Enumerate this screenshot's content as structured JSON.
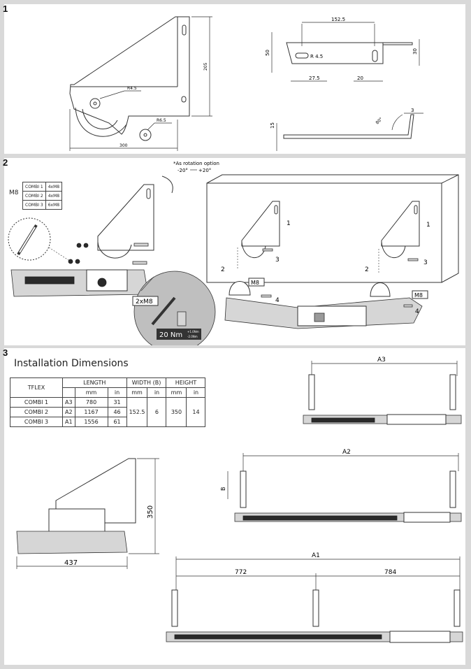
{
  "panel1": {
    "number": "1",
    "side_view": {
      "height": "205",
      "width": "300",
      "radius_hole": "R4.5",
      "radius_slot": "R6.5"
    },
    "top_view": {
      "width": "152.5",
      "height_left": "50",
      "height_right": "30",
      "radius": "R 4.5",
      "offset_left": "27.5",
      "offset_right": "20"
    },
    "edge_view": {
      "thickness": "15",
      "angle": "80°",
      "lip": "3"
    }
  },
  "panel2": {
    "number": "2",
    "rotation_note_line1": "*As rotation option",
    "rotation_note_line2": "-20°",
    "rotation_note_line3": "+20°",
    "m8_label": "M8",
    "m8_table": [
      {
        "model": "COMBI 1",
        "qty": "4xM8"
      },
      {
        "model": "COMBI 2",
        "qty": "4xM8"
      },
      {
        "model": "COMBI 3",
        "qty": "6xM8"
      }
    ],
    "bolt_label": "2xM8",
    "torque": "20 Nm",
    "torque_tol1": "+1.0Nm",
    "torque_tol2": "-2.0Nm",
    "callouts": [
      "1",
      "2",
      "3",
      "4",
      "1",
      "2",
      "3",
      "4"
    ],
    "m8_tag_left": "M8",
    "m8_tag_right": "M8"
  },
  "panel3": {
    "number": "3",
    "title": "Installation Dimensions",
    "table": {
      "h_tflex": "TFLEX",
      "h_length": "LENGTH",
      "h_width": "WIDTH (B)",
      "h_height": "HEIGHT",
      "u_mm": "mm",
      "u_in": "in",
      "rows": [
        {
          "model": "COMBI 1",
          "code": "A3",
          "mm": "780",
          "in": "31"
        },
        {
          "model": "COMBI 2",
          "code": "A2",
          "mm": "1167",
          "in": "46"
        },
        {
          "model": "COMBI 3",
          "code": "A1",
          "mm": "1556",
          "in": "61"
        }
      ],
      "width_mm": "152.5",
      "width_in": "6",
      "height_mm": "350",
      "height_in": "14"
    },
    "dim_a3": "A3",
    "dim_a2": "A2",
    "dim_b": "B",
    "dim_a1": "A1",
    "dim_772": "772",
    "dim_784": "784",
    "dim_height": "350",
    "dim_width": "437"
  }
}
